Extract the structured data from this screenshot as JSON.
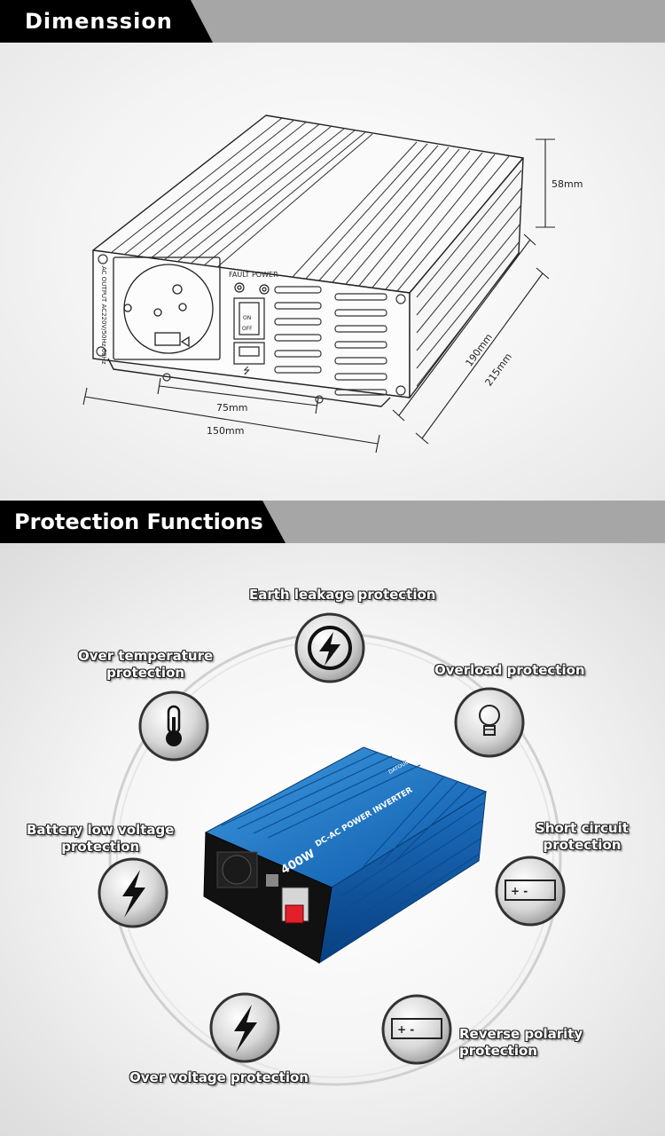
{
  "sections": {
    "dimension_title": "Dimenssion",
    "protection_title": "Protection Functions"
  },
  "dimensions": {
    "height": "58mm",
    "depth_inner": "190mm",
    "depth_outer": "215mm",
    "width_inner": "75mm",
    "width_outer": "150mm"
  },
  "device_panel": {
    "fault_power": "FAULT POWER",
    "switch_on": "ON",
    "switch_off": "OFF",
    "side_text": "AC OUTPUT AC220V/50Hz 60Hz"
  },
  "product": {
    "watt_label": "400W",
    "name_label": "DC-AC POWER INVERTER",
    "brand": "DATOUBOSS"
  },
  "protections": [
    {
      "line1": "Earth leakage protection",
      "line2": "",
      "icon": "lightning-circle-icon"
    },
    {
      "line1": "Overload protection",
      "line2": "",
      "icon": "light-bulb-icon"
    },
    {
      "line1": "Short circuit",
      "line2": "protection",
      "icon": "battery-icon"
    },
    {
      "line1": "Reverse polarity",
      "line2": "protection",
      "icon": "battery-reverse-icon"
    },
    {
      "line1": "Over voltage protection",
      "line2": "",
      "icon": "lightning-bolt-icon"
    },
    {
      "line1": "Battery low voltage",
      "line2": "protection",
      "icon": "lightning-bolt-icon"
    },
    {
      "line1": "Over temperature",
      "line2": "protection",
      "icon": "thermometer-icon"
    }
  ]
}
